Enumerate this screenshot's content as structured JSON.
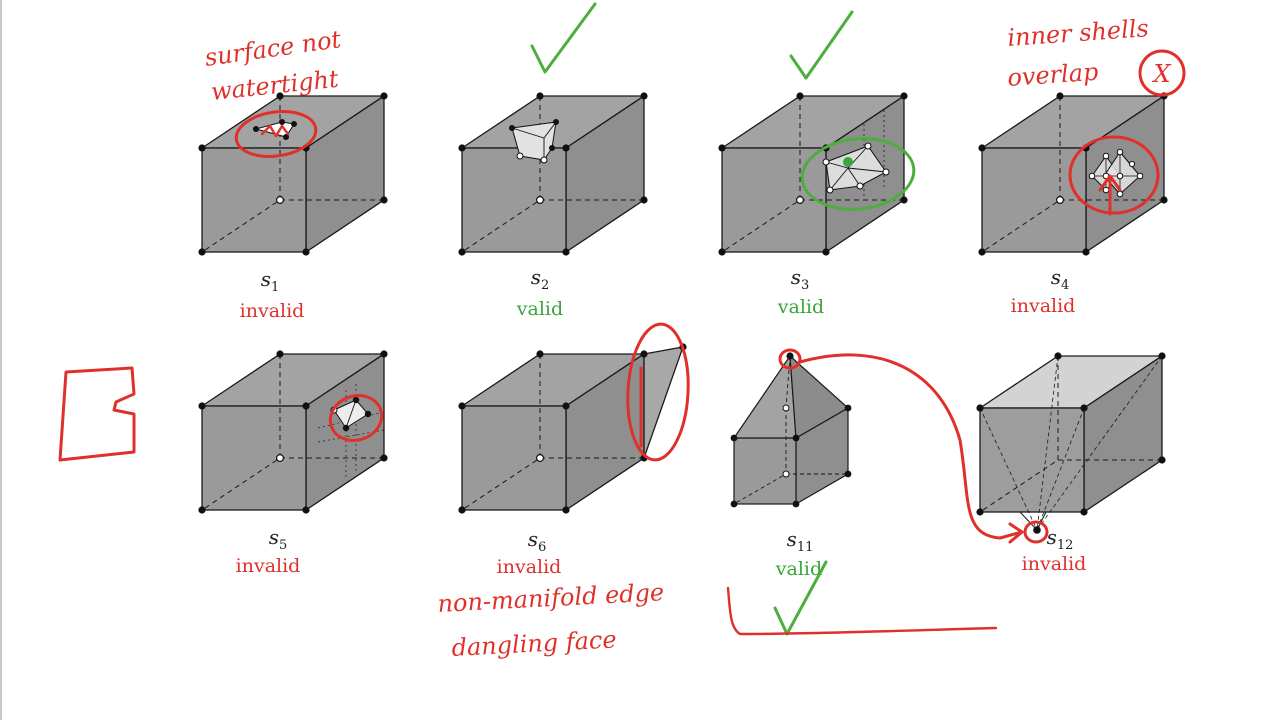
{
  "solids": [
    {
      "id": "s1",
      "name": "s",
      "sub": "1",
      "status": "invalid"
    },
    {
      "id": "s2",
      "name": "s",
      "sub": "2",
      "status": "valid"
    },
    {
      "id": "s3",
      "name": "s",
      "sub": "3",
      "status": "valid"
    },
    {
      "id": "s4",
      "name": "s",
      "sub": "4",
      "status": "invalid"
    },
    {
      "id": "s5",
      "name": "s",
      "sub": "5",
      "status": "invalid"
    },
    {
      "id": "s6",
      "name": "s",
      "sub": "6",
      "status": "invalid"
    },
    {
      "id": "s11",
      "name": "s",
      "sub": "11",
      "status": "valid"
    },
    {
      "id": "s12",
      "name": "s",
      "sub": "12",
      "status": "invalid"
    }
  ],
  "annotations": {
    "s1_line1": "surface not",
    "s1_line2": "watertight",
    "s4_line1": "inner shells",
    "s4_line2": "overlap",
    "s4_mark": "X",
    "s6_line1": "non-manifold edge",
    "s6_line2": "dangling face"
  },
  "colors": {
    "valid": "#3aa63a",
    "invalid": "#e0302a",
    "ink_red": "#e0302a",
    "ink_green": "#4cae3c",
    "face": "#9a9a9a",
    "face_light": "#d6d6d6",
    "edge": "#1a1a1a"
  }
}
